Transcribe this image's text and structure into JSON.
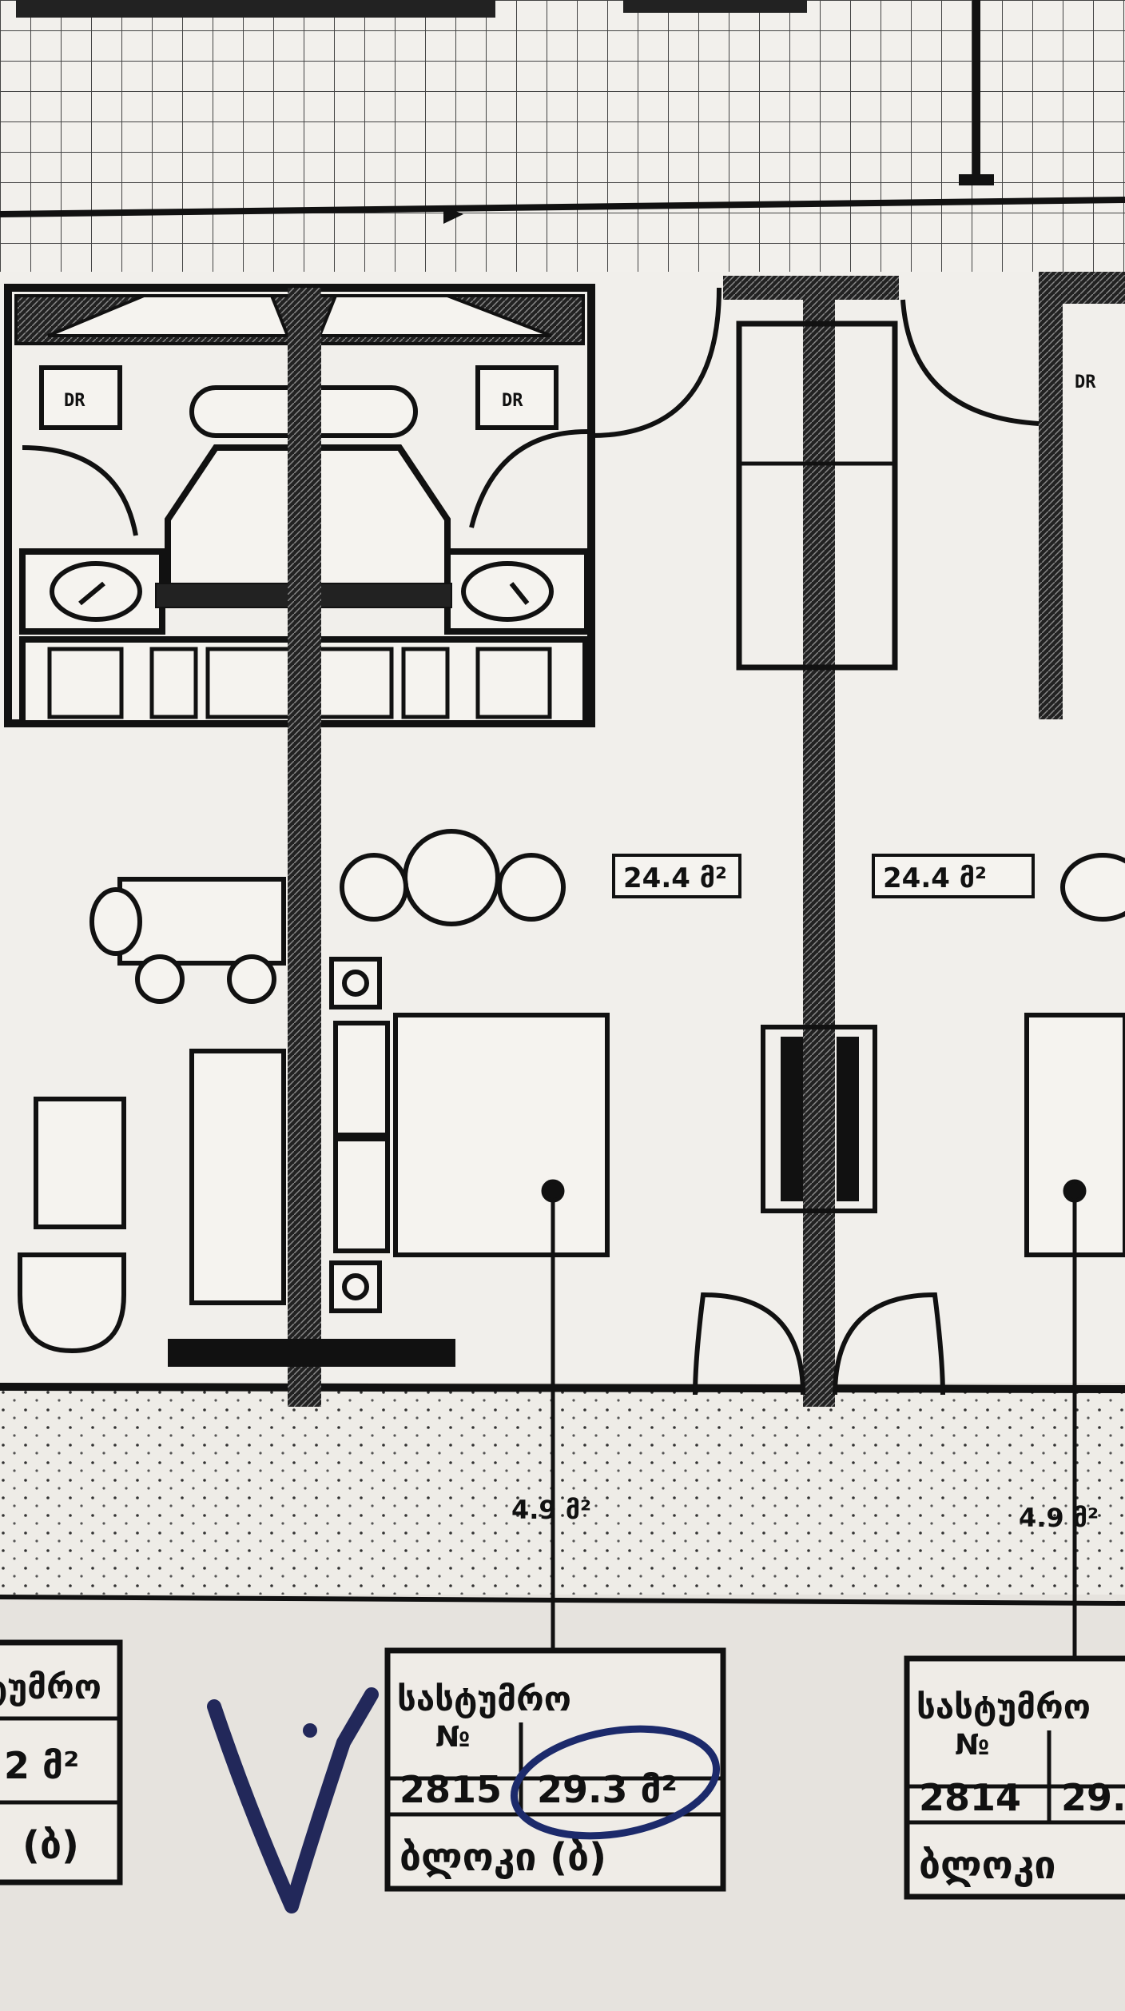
{
  "room_areas": [
    "24.4 მ²",
    "24.4 მ²"
  ],
  "balcony_areas": [
    "4.9 მ²",
    "4.9 მ²"
  ],
  "fixture_labels": [
    "DR",
    "DR",
    "DR"
  ],
  "room_cards": [
    {
      "heading": "სასტუმრო",
      "number_sign": "№",
      "number": "2815",
      "area": "29.3 მ²",
      "status": "ბლოკი (ბ)"
    },
    {
      "heading": "სასტუმრო",
      "number_sign": "№",
      "number": "2814",
      "area": "29.",
      "status": "ბლოკი"
    }
  ],
  "partial_card": {
    "heading": "ტუმრო",
    "area": "2 მ²",
    "status": "(ბ)"
  },
  "markings": {
    "checkmark": "V",
    "circle_color": "#1c2a6b",
    "ink_color": "#22285a"
  }
}
